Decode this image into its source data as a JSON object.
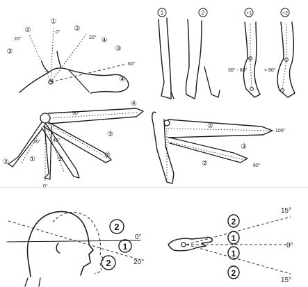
{
  "panels": {
    "neck": {
      "angles": [
        "0°",
        "20°",
        "20°",
        "60°"
      ],
      "markers": [
        "①",
        "②",
        "②",
        "③",
        "③",
        "④",
        "④"
      ]
    },
    "legs": {
      "markers": [
        "1",
        "2",
        "+1",
        "+2"
      ],
      "angles": [
        "30° - 60°",
        "> 60°"
      ]
    },
    "arm_flex": {
      "angles": [
        "20°",
        "45°",
        "90°",
        "0°"
      ],
      "markers": [
        "④",
        "③",
        "②",
        "①",
        "①",
        "②"
      ]
    },
    "arm_reach": {
      "angles": [
        "100°",
        "60°"
      ],
      "markers": [
        "②",
        "③",
        "②"
      ]
    },
    "head_tilt": {
      "angles": [
        "0°",
        "20°"
      ],
      "markers": [
        "2",
        "1",
        "2"
      ]
    },
    "hand_rotate": {
      "angles": [
        "15°",
        "0°",
        "15°"
      ],
      "markers": [
        "2",
        "1",
        "1",
        "2"
      ]
    }
  }
}
